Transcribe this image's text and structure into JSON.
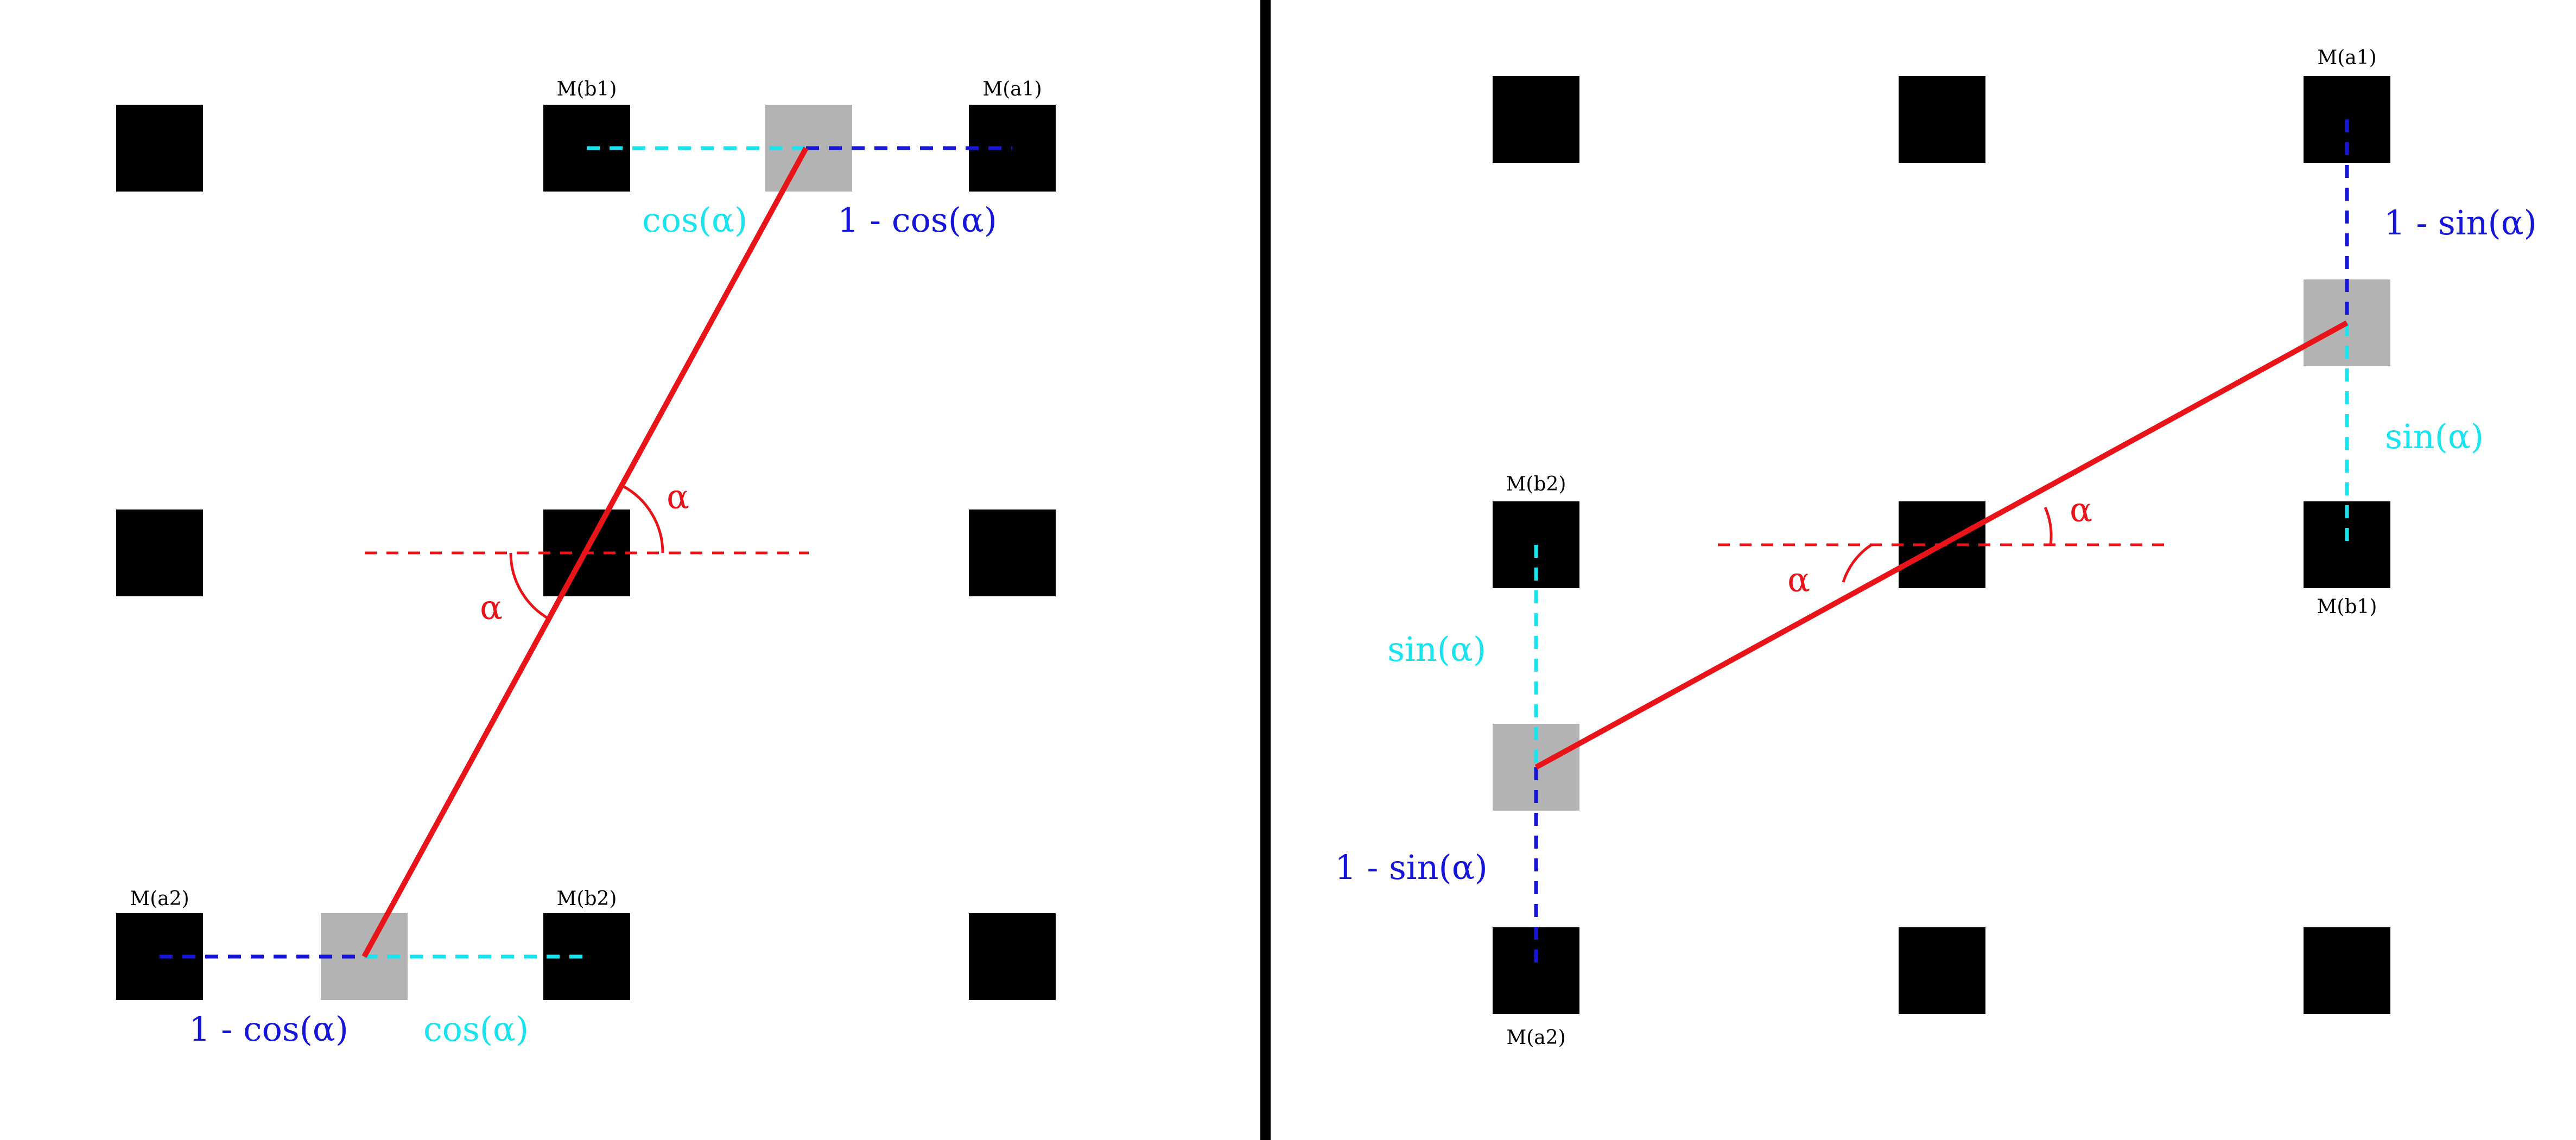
{
  "colors": {
    "pixel": "#000000",
    "interpolated": "#b3b3b3",
    "line": "#e8141a",
    "weight_far": "#1616d8",
    "weight_near": "#19e3ee"
  },
  "left_panel": {
    "labels": {
      "b1": "M(b1)",
      "a1": "M(a1)",
      "a2": "M(a2)",
      "b2": "M(b2)"
    },
    "weights": {
      "top_near": "cos(α)",
      "top_far": "1 - cos(α)",
      "bottom_far": "1 - cos(α)",
      "bottom_near": "cos(α)"
    },
    "angles": {
      "upper": "α",
      "lower": "α"
    }
  },
  "right_panel": {
    "labels": {
      "a1": "M(a1)",
      "b1": "M(b1)",
      "b2": "M(b2)",
      "a2": "M(a2)"
    },
    "weights": {
      "top_far": "1 - sin(α)",
      "top_near": "sin(α)",
      "bottom_near": "sin(α)",
      "bottom_far": "1 - sin(α)"
    },
    "angles": {
      "right": "α",
      "left": "α"
    }
  }
}
